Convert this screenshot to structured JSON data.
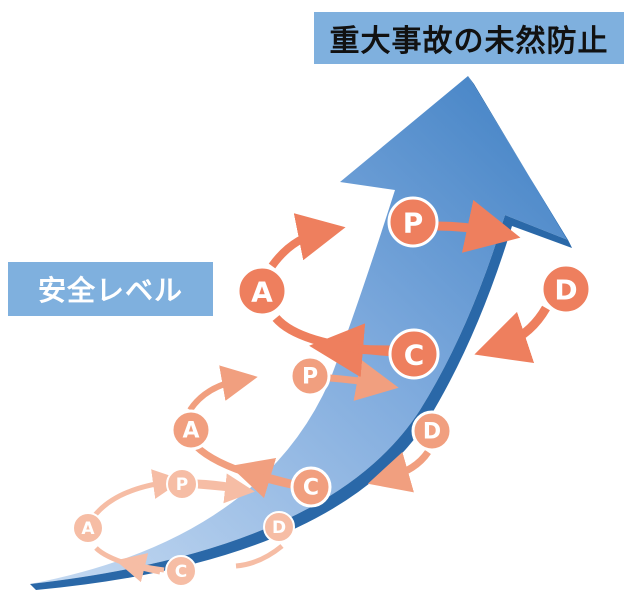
{
  "title": "重大事故の未然防止",
  "axis_label": "安全レベル",
  "colors": {
    "arrow_light": "#a9c8ea",
    "arrow_dark": "#3c7cc0",
    "label_bg": "#7fb0de",
    "cycle_large": "#ee7f5e",
    "cycle_medium": "#f19f7f",
    "cycle_small": "#f6bda5"
  },
  "cycles": [
    {
      "size": "large",
      "nodes": {
        "P": "P",
        "D": "D",
        "C": "C",
        "A": "A"
      }
    },
    {
      "size": "medium",
      "nodes": {
        "P": "P",
        "D": "D",
        "C": "C",
        "A": "A"
      }
    },
    {
      "size": "small",
      "nodes": {
        "P": "P",
        "D": "D",
        "C": "C",
        "A": "A"
      }
    }
  ]
}
